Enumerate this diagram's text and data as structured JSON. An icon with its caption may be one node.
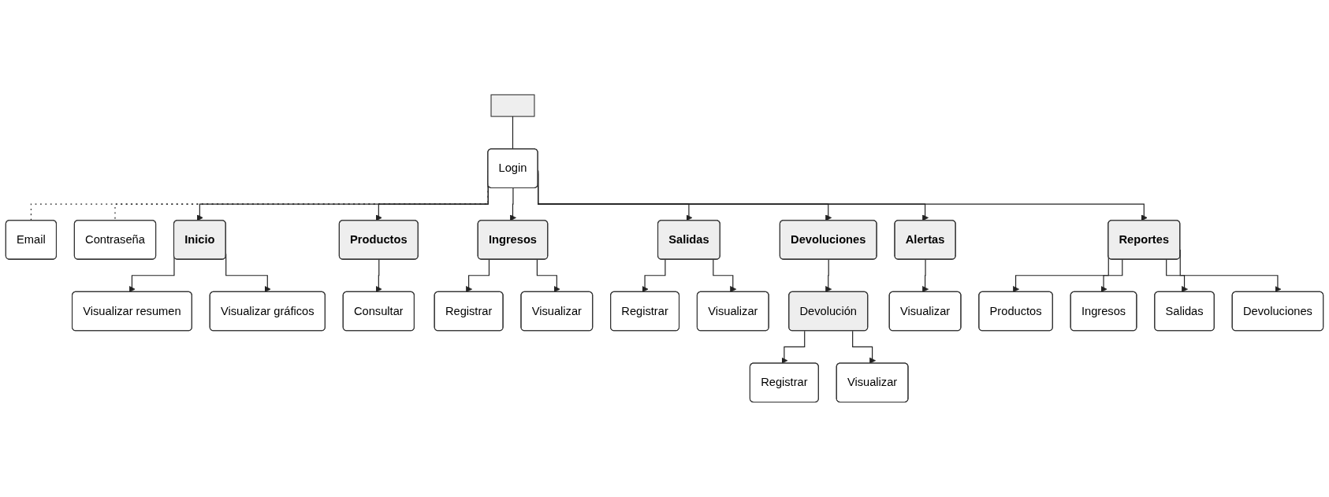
{
  "diagram": {
    "nodes": [
      {
        "text": [],
        "shape": "box"
      },
      {
        "text": [
          "Login"
        ]
      },
      {
        "text": [
          "Email"
        ]
      },
      {
        "text": [
          "Contraseña"
        ]
      },
      {
        "text": [
          "Inicio"
        ]
      },
      {
        "text": [
          "Visualizar resumen"
        ]
      },
      {
        "text": [
          "Visualizar gráficos"
        ]
      },
      {
        "text": [
          "Productos"
        ]
      },
      {
        "text": [
          "Consultar"
        ]
      },
      {
        "text": [
          "Ingresos"
        ]
      },
      {
        "text": [
          "Registrar"
        ]
      },
      {
        "text": [
          "Visualizar"
        ]
      },
      {
        "text": [
          "Salidas"
        ]
      },
      {
        "text": [
          "Registrar"
        ]
      },
      {
        "text": [
          "Visualizar"
        ]
      },
      {
        "text": [
          "Devoluciones"
        ]
      },
      {
        "text": [
          "Devolución"
        ]
      },
      {
        "text": [
          "Registrar"
        ]
      },
      {
        "text": [
          "Visualizar"
        ]
      },
      {
        "text": [
          "Alertas"
        ]
      },
      {
        "text": [
          "Visualizar"
        ]
      },
      {
        "text": [
          "Reportes"
        ]
      },
      {
        "text": [
          "Productos"
        ]
      },
      {
        "text": [
          "Ingresos"
        ]
      },
      {
        "text": [
          "Salidas"
        ]
      },
      {
        "text": [
          "Devoluciones"
        ]
      }
    ],
    "edges": [
      {
        "from": 0,
        "to": 1,
        "arrow": "none"
      },
      {
        "from": 1,
        "to": 2,
        "arrow": "none",
        "style": "dashed"
      },
      {
        "from": 1,
        "to": 3,
        "arrow": "none",
        "style": "dashed"
      },
      {
        "from": 1,
        "to": 4,
        "arrow": "to"
      },
      {
        "from": 1,
        "to": 7,
        "arrow": "to"
      },
      {
        "from": 1,
        "to": 9,
        "arrow": "to"
      },
      {
        "from": 1,
        "to": 12,
        "arrow": "to"
      },
      {
        "from": 1,
        "to": 15,
        "arrow": "to"
      },
      {
        "from": 1,
        "to": 19,
        "arrow": "to"
      },
      {
        "from": 1,
        "to": 21,
        "arrow": "to"
      },
      {
        "from": 4,
        "to": 5,
        "arrow": "to"
      },
      {
        "from": 4,
        "to": 6,
        "arrow": "to"
      },
      {
        "from": 7,
        "to": 8,
        "arrow": "to"
      },
      {
        "from": 9,
        "to": 10,
        "arrow": "to"
      },
      {
        "from": 9,
        "to": 11,
        "arrow": "to"
      },
      {
        "from": 12,
        "to": 13,
        "arrow": "to"
      },
      {
        "from": 12,
        "to": 14,
        "arrow": "to"
      },
      {
        "from": 15,
        "to": 16,
        "arrow": "to"
      },
      {
        "from": 16,
        "to": 17,
        "arrow": "to"
      },
      {
        "from": 16,
        "to": 18,
        "arrow": "to"
      },
      {
        "from": 19,
        "to": 20,
        "arrow": "to"
      },
      {
        "from": 21,
        "to": 22,
        "arrow": "to"
      },
      {
        "from": 21,
        "to": 23,
        "arrow": "to"
      },
      {
        "from": 21,
        "to": 24,
        "arrow": "to"
      },
      {
        "from": 21,
        "to": 25,
        "arrow": "to"
      }
    ]
  }
}
